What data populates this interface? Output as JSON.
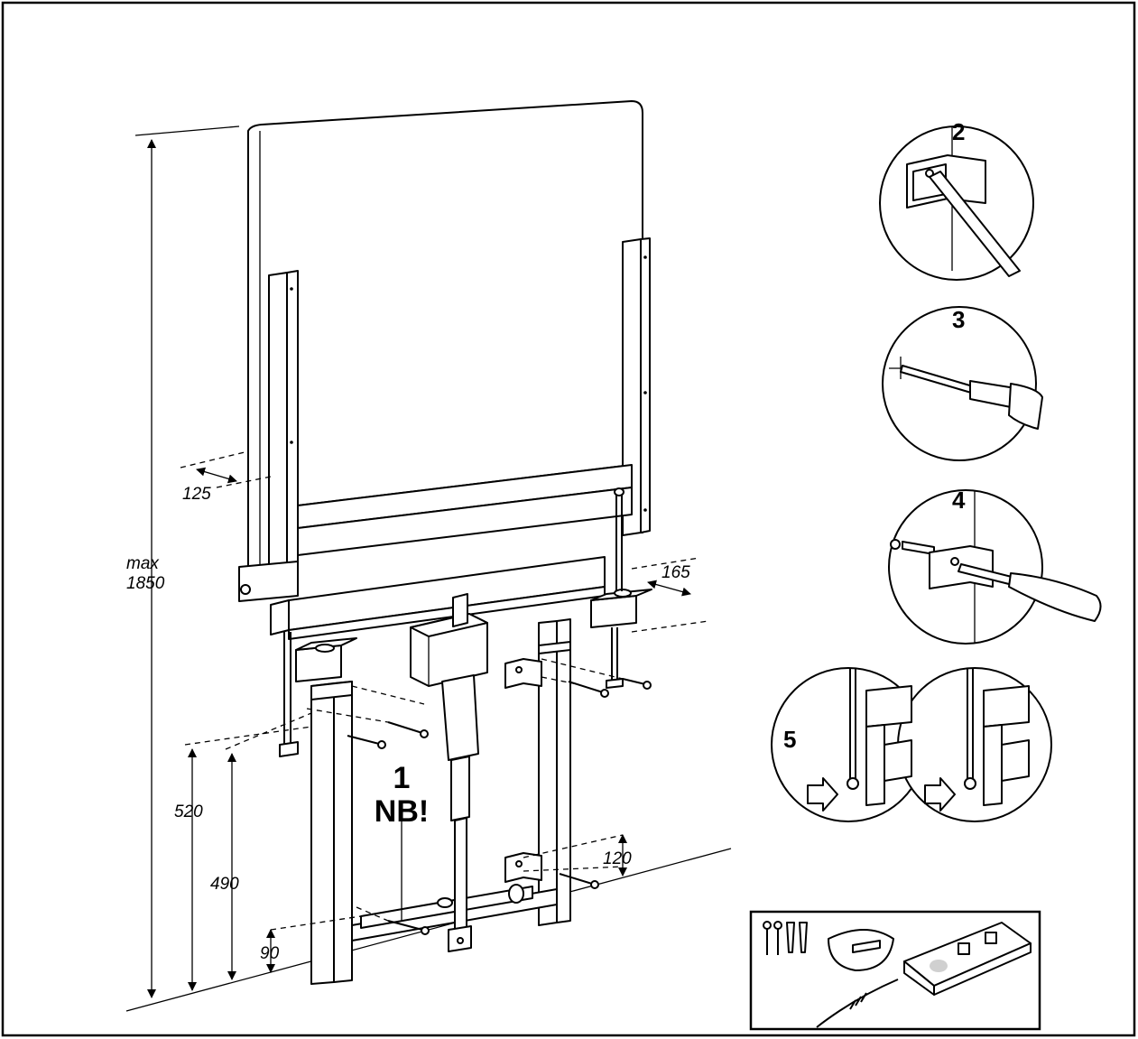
{
  "dimensions": {
    "height_prefix": "max",
    "height_total": "1850",
    "offset_top": "125",
    "offset_right": "165",
    "height_520": "520",
    "height_490": "490",
    "height_90": "90",
    "height_120": "120"
  },
  "main_step": {
    "number": "1",
    "note": "NB!"
  },
  "steps": {
    "mark": "2",
    "drill": "3",
    "screw": "4",
    "attach": "5"
  }
}
